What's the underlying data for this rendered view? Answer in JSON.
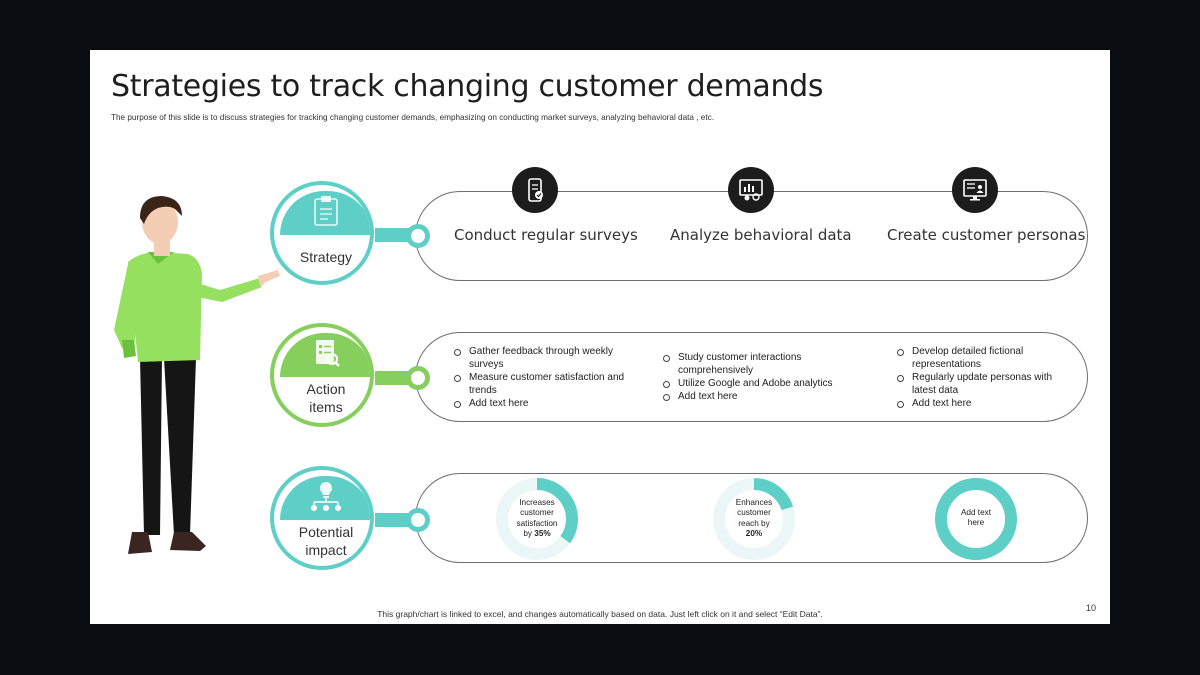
{
  "slide": {
    "title": "Strategies to track changing customer demands",
    "subtitle": "The purpose of this slide is to discuss strategies for tracking changing customer demands, emphasizing on conducting market surveys, analyzing behavioral data , etc.",
    "footnote": "This graph/chart is linked to excel, and changes automatically based on data. Just left click on it and select “Edit Data”.",
    "page_number": "10"
  },
  "rows": [
    {
      "label": "Strategy",
      "color": "#5ecfc7",
      "icon": "clipboard-icon"
    },
    {
      "label_lines": [
        "Action",
        "items"
      ],
      "color": "#86cf5c",
      "icon": "checklist-icon"
    },
    {
      "label_lines": [
        "Potential",
        "impact"
      ],
      "color": "#5ecfc7",
      "icon": "lightbulb-network-icon"
    }
  ],
  "strategies": [
    {
      "heading": "Conduct regular surveys",
      "icon": "mobile-survey-icon"
    },
    {
      "heading": "Analyze behavioral data",
      "icon": "data-analysis-icon"
    },
    {
      "heading": "Create customer personas",
      "icon": "persona-screen-icon"
    }
  ],
  "actions": [
    [
      "Gather feedback through weekly surveys",
      "Measure customer satisfaction and trends",
      "Add text here"
    ],
    [
      "Study customer interactions comprehensively",
      "Utilize Google and Adobe analytics",
      "Add text here"
    ],
    [
      "Develop detailed fictional representations",
      "Regularly update personas with latest data",
      "Add text here"
    ]
  ],
  "impacts": [
    {
      "text_lines": [
        "Increases",
        "customer",
        "satisfaction"
      ],
      "bold_prefix": "by ",
      "value_label": "35%",
      "value": 35
    },
    {
      "text_lines": [
        "Enhances",
        "customer",
        "reach by"
      ],
      "bold_prefix": "",
      "value_label": "20%",
      "value": 20
    },
    {
      "text_lines": [
        "Add text",
        "here"
      ],
      "bold_prefix": "",
      "value_label": "",
      "value": 100
    }
  ],
  "colors": {
    "teal": "#5ecfc7",
    "green": "#86cf5c",
    "donut_track": "#eaf7f6",
    "icon_bg": "#1c1c1c"
  },
  "illustration": "presenter-man-pointing"
}
